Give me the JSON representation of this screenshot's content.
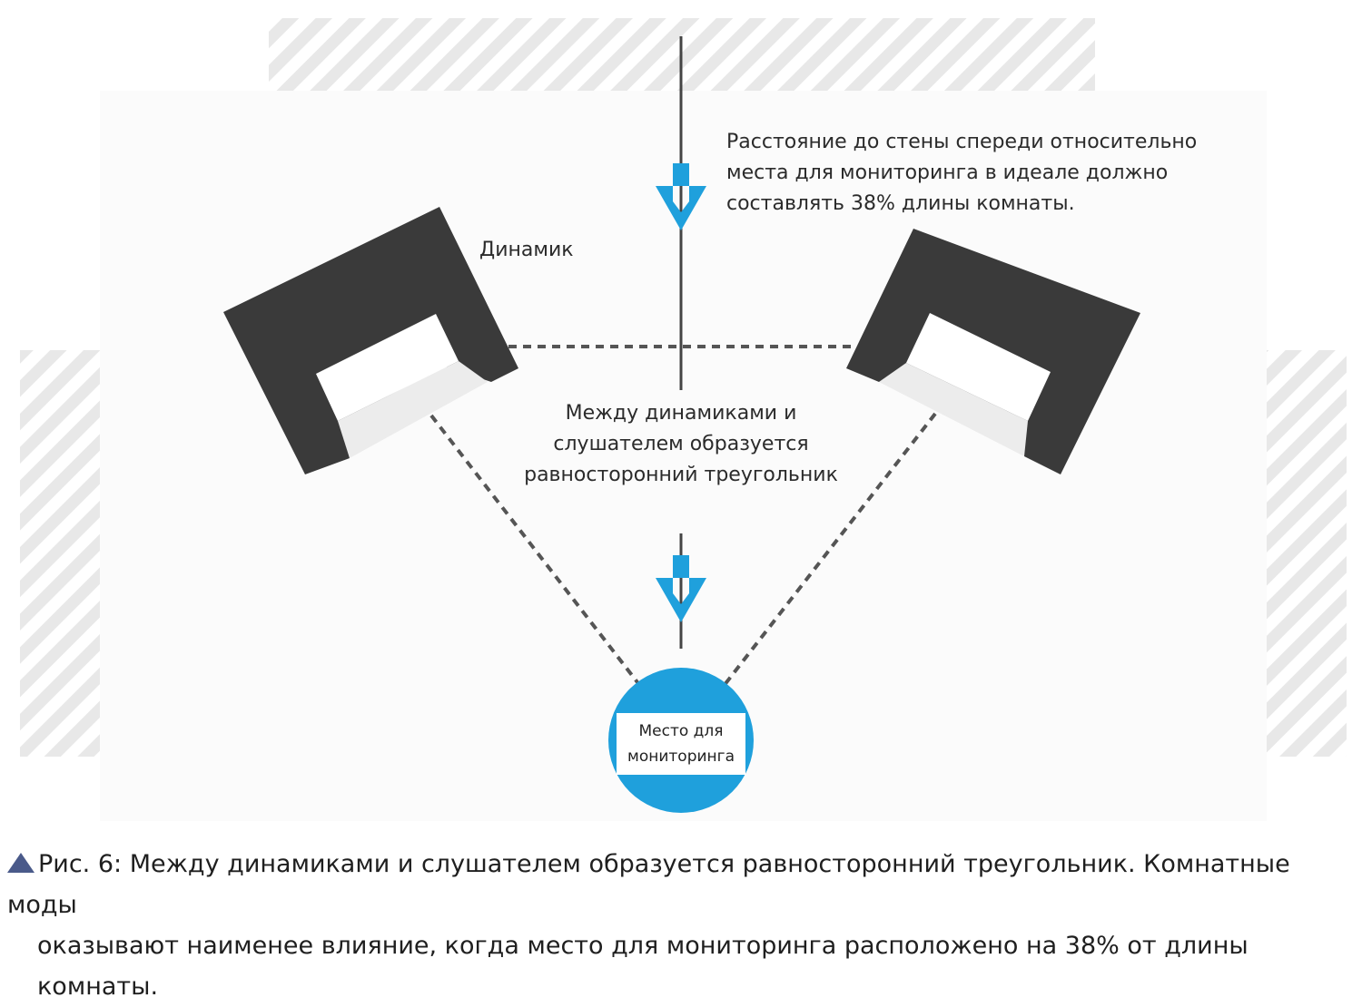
{
  "diagram": {
    "front_wall_note": "Расстояние до стены спереди относительно места для мониторинга в идеале должно составлять 38% длины комнаты.",
    "speaker_label": "Динамик",
    "triangle_note": "Между динамиками и слушателем образуется равносторонний треугольник",
    "listening_position_label": "Место для мониторинга",
    "colors": {
      "speaker": "#3a3a3a",
      "accent": "#1fa0dc",
      "wall_hatch": "#e6e6e6",
      "room_floor": "#fbfbfb"
    }
  },
  "caption": {
    "line1": "Рис. 6: Между динамиками и слушателем образуется равносторонний треугольник. Комнатные моды",
    "line2": "оказывают наименее влияние, когда место для мониторинга расположено на 38% от длины комнаты."
  }
}
